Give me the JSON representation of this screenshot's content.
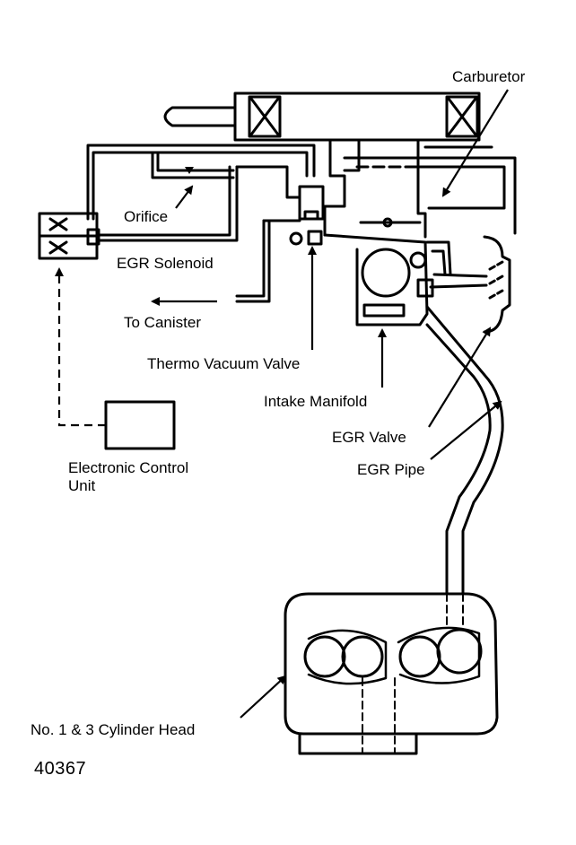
{
  "labels": {
    "carburetor": "Carburetor",
    "orifice": "Orifice",
    "egr_solenoid": "EGR Solenoid",
    "to_canister": "To Canister",
    "thermo_vacuum_valve": "Thermo Vacuum Valve",
    "intake_manifold": "Intake Manifold",
    "egr_valve": "EGR Valve",
    "egr_pipe": "EGR Pipe",
    "electronic_control_unit": "Electronic Control\nUnit",
    "cylinder_head": "No. 1 & 3 Cylinder Head"
  },
  "figure_number": "40367",
  "colors": {
    "ink": "#000000",
    "paper": "#ffffff"
  }
}
